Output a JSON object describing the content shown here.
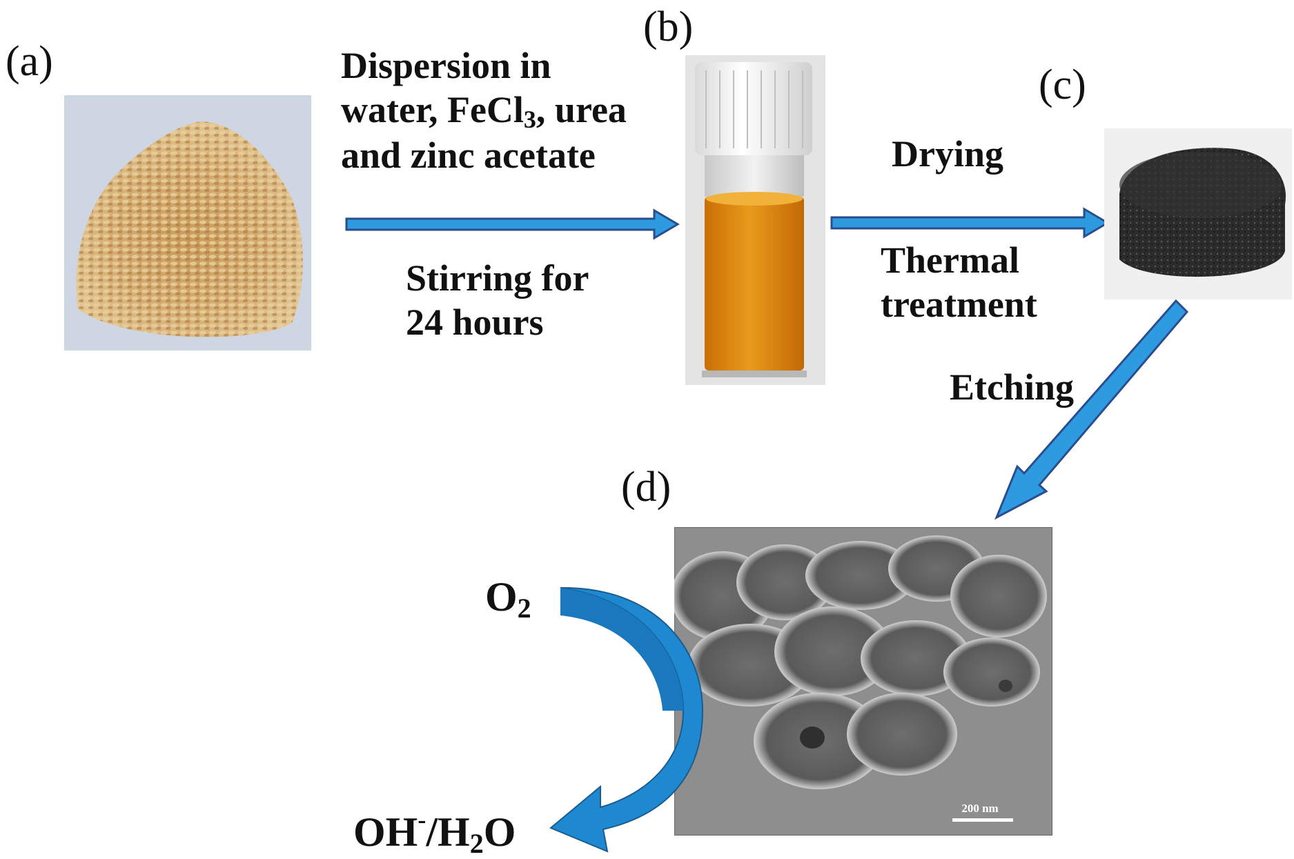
{
  "panels": {
    "a": "(a)",
    "b": "(b)",
    "c": "(c)",
    "d": "(d)"
  },
  "step1": {
    "line1": "Dispersion in",
    "line2_pre": "water, FeCl",
    "line2_sub": "3",
    "line2_post": ", urea",
    "line3": "and zinc acetate",
    "below1": "Stirring for",
    "below2": "24 hours"
  },
  "step2": {
    "above": "Drying",
    "below1": "Thermal",
    "below2": "treatment"
  },
  "step3": {
    "label": "Etching"
  },
  "reaction": {
    "reactant": "O",
    "reactant_sub": "2",
    "product_a": "OH",
    "product_a_sup": "-",
    "product_sep": "/H",
    "product_sub": "2",
    "product_end": "O"
  },
  "tem": {
    "scalebar_label": "200 nm"
  },
  "colors": {
    "arrow_fill": "#2e9be0",
    "arrow_stroke": "#2a4d8f",
    "curved_arrow": "#1e88d0",
    "solution": "#e08a10",
    "cap": "#f4f4f4",
    "seeds": "#d8b27a",
    "carbon": "#2a2a2a",
    "tem_bg": "#8c8c8c"
  }
}
